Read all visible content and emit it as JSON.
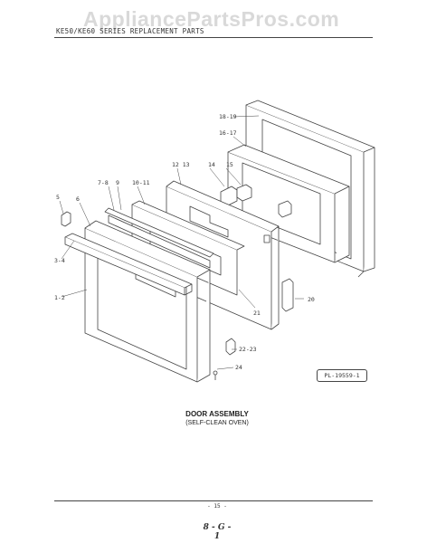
{
  "watermark": "AppliancePartsPros.com",
  "header": "KE50/KE60 SERIES REPLACEMENT PARTS",
  "callouts": {
    "c18_19": "18-19",
    "c16_17": "16-17",
    "c12_13": "12 13",
    "c14": "14",
    "c15": "15",
    "c7_8": "7-8",
    "c9": "9",
    "c10_11": "10-11",
    "c5": "5",
    "c6": "6",
    "c3_4": "3-4",
    "c1_2": "1-2",
    "c20": "20",
    "c21": "21",
    "c22_23": "22-23",
    "c24": "24"
  },
  "ref_code": "PL-19559-1",
  "caption": {
    "title": "DOOR ASSEMBLY",
    "subtitle": "(SELF-CLEAN OVEN)"
  },
  "page_number": "- 15 -",
  "section_code": "8 - G - 1"
}
